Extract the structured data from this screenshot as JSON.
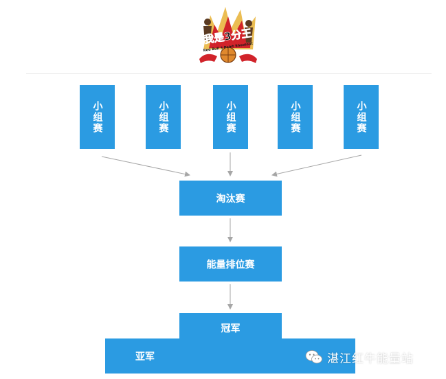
{
  "logo": {
    "text": "我是3分王",
    "subtext": "Red Bull 3 Point Shootout"
  },
  "groups": [
    {
      "label": "小组赛"
    },
    {
      "label": "小组赛"
    },
    {
      "label": "小组赛"
    },
    {
      "label": "小组赛"
    },
    {
      "label": "小组赛"
    }
  ],
  "stages": {
    "knockout": "淘汰赛",
    "ranking": "能量排位赛",
    "champion": "冠军",
    "runner_up": "亚军"
  },
  "watermark": {
    "text": "湛江红牛能量站",
    "icon": "wechat-icon"
  },
  "colors": {
    "box": "#2b9be2",
    "arrow": "#a6a6a6",
    "logo_red": "#d1232a",
    "logo_gold": "#e8b234"
  }
}
